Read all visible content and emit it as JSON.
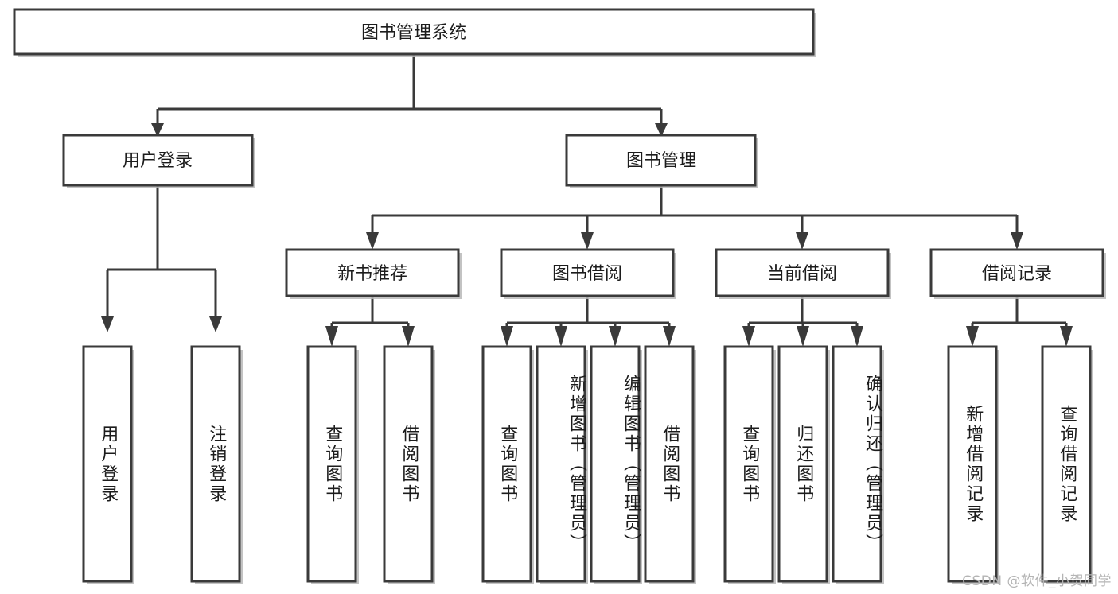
{
  "diagram": {
    "type": "tree",
    "title": "图书管理系统",
    "orientation": "top-down",
    "colors": {
      "box_stroke": "#3a3a3a",
      "box_fill": "#ffffff",
      "connector": "#3a3a3a",
      "text": "#1c1c1c",
      "watermark": "#b4b4b4"
    },
    "root": {
      "label": "图书管理系统"
    },
    "level2": [
      {
        "label": "用户登录"
      },
      {
        "label": "图书管理"
      }
    ],
    "level3": [
      {
        "label": "新书推荐"
      },
      {
        "label": "图书借阅"
      },
      {
        "label": "当前借阅"
      },
      {
        "label": "借阅记录"
      }
    ],
    "leaves": {
      "user_login": [
        {
          "label": "用户登录"
        },
        {
          "label": "注销登录"
        }
      ],
      "new_book_recommend": [
        {
          "label": "查询图书"
        },
        {
          "label": "借阅图书"
        }
      ],
      "book_borrow": [
        {
          "label": "查询图书"
        },
        {
          "label": "新增图书（管理员）"
        },
        {
          "label": "编辑图书（管理员）"
        },
        {
          "label": "借阅图书"
        }
      ],
      "current_borrow": [
        {
          "label": "查询图书"
        },
        {
          "label": "归还图书"
        },
        {
          "label": "确认归还（管理员）"
        }
      ],
      "borrow_record": [
        {
          "label": "新增借阅记录"
        },
        {
          "label": "查询借阅记录"
        }
      ]
    }
  },
  "watermark": {
    "text": "CSDN @软件_小贺同学"
  }
}
